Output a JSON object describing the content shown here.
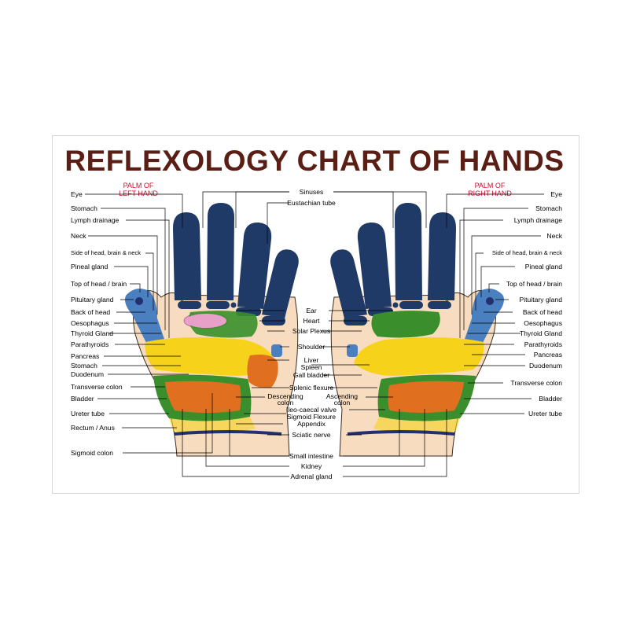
{
  "title": "REFLEXOLOGY CHART OF HANDS",
  "left_hand_label": [
    "PALM OF",
    "LEFT HAND"
  ],
  "right_hand_label": [
    "PALM OF",
    "RIGHT HAND"
  ],
  "left_labels": [
    "Eye",
    "Stomach",
    "Lymph drainage",
    "Neck",
    "Side of head, brain & neck",
    "Pineal gland",
    "Top of head / brain",
    "Pituitary gland",
    "Back of head",
    "Oesophagus",
    "Thyroid Gland",
    "Parathyroids",
    "Pancreas",
    "Stomach",
    "Duodenum",
    "Transverse colon",
    "Bladder",
    "Ureter tube",
    "Rectum / Anus",
    "Sigmoid colon"
  ],
  "right_labels": [
    "Eye",
    "Stomach",
    "Lymph drainage",
    "Neck",
    "Side of head, brain & neck",
    "Pineal gland",
    "Top of head / brain",
    "Pituitary gland",
    "Back of head",
    "Oesophagus",
    "Thyroid Gland",
    "Parathyroids",
    "Pancreas",
    "Duodenum",
    "Transverse colon",
    "Bladder",
    "Ureter tube"
  ],
  "center_labels": [
    "Sinuses",
    "Eustachian tube",
    "Ear",
    "Heart",
    "Solar Plexus",
    "Shoulder",
    "Liver",
    "Spleen",
    "Gall bladder",
    "Splenic flexure",
    "Descending colon",
    "Ascending colon",
    "Ileo-caecal valve",
    "Sigmoid Flexure",
    "Appendix",
    "Sciatic nerve",
    "Small intestine",
    "Kidney",
    "Adrenal gland"
  ],
  "colors": {
    "title": "#5a1e14",
    "hand_label": "#c8102e",
    "finger": "#1f3a66",
    "skin": "#f8dcc0",
    "yellow": "#f6d21a",
    "green": "#3a8f2c",
    "orange": "#e07020",
    "pink": "#e8a0c8",
    "blue": "#4a7fc0",
    "navy": "#23306e"
  }
}
